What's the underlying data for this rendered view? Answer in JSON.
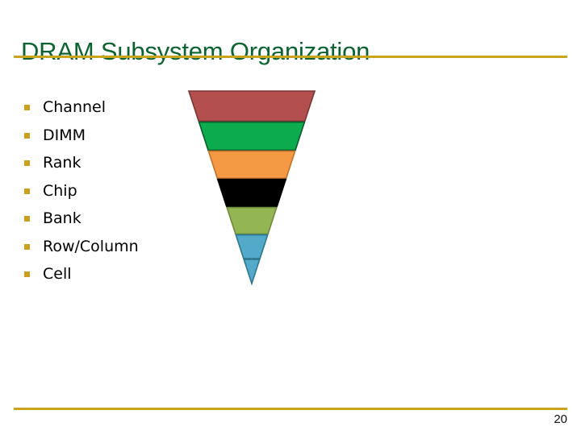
{
  "slide": {
    "title": "DRAM Subsystem Organization",
    "title_color": "#0b6330",
    "rule_color": "#c8a51d",
    "background": "#ffffff",
    "page_number": "20"
  },
  "bullets": {
    "marker_color": "#cca01e",
    "items": [
      {
        "label": "Channel"
      },
      {
        "label": "DIMM"
      },
      {
        "label": "Rank"
      },
      {
        "label": "Chip"
      },
      {
        "label": "Bank"
      },
      {
        "label": "Row/Column"
      },
      {
        "label": "Cell"
      }
    ]
  },
  "funnel": {
    "name": "inverted-pyramid-dram-hierarchy",
    "segments": [
      {
        "label": "Channel",
        "fill": "#b3504f",
        "stroke": "#7b3533"
      },
      {
        "label": "DIMM",
        "fill": "#0bab4e",
        "stroke": "#0a5c2c"
      },
      {
        "label": "Rank",
        "fill": "#f49a45",
        "stroke": "#c2702a"
      },
      {
        "label": "Chip",
        "fill": "#000000",
        "stroke": "#000000"
      },
      {
        "label": "Bank",
        "fill": "#93b554",
        "stroke": "#6d8a39"
      },
      {
        "label": "Row/Column",
        "fill": "#53a9c9",
        "stroke": "#2e7792"
      },
      {
        "label": "Cell",
        "fill": "#53a9c9",
        "stroke": "#2e7792"
      }
    ]
  }
}
